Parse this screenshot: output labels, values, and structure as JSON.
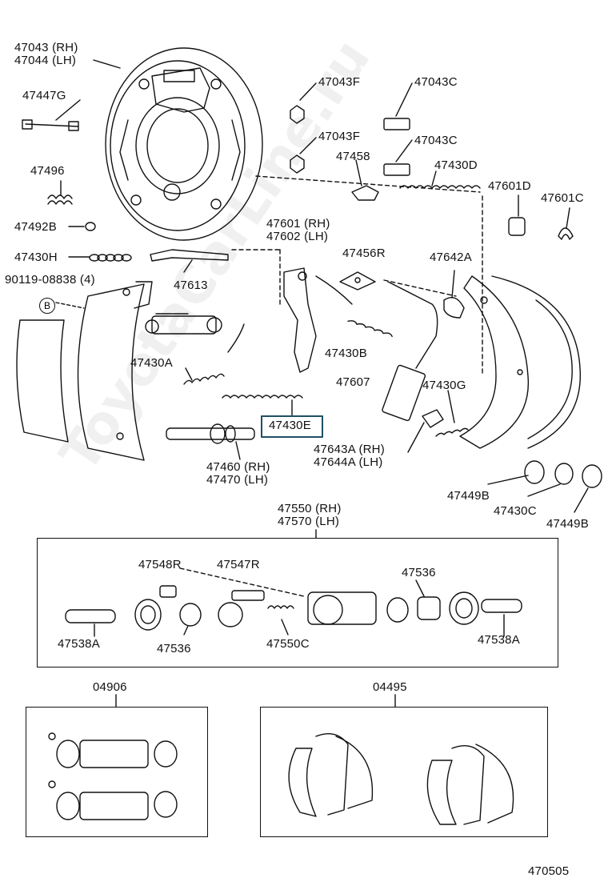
{
  "watermark": "ToyotaCarLine.ru",
  "highlight_color": "#1f4f64",
  "ref_number": "470505",
  "labels": {
    "backing_plate": "47043 (RH)\n47044 (LH)",
    "l47447G": "47447G",
    "l47496": "47496",
    "l47492B": "47492B",
    "l47430H": "47430H",
    "l90119": "90119-08838 (4)",
    "badge_B": "B",
    "l47043F_a": "47043F",
    "l47043C_a": "47043C",
    "l47043F_b": "47043F",
    "l47458": "47458",
    "l47043C_b": "47043C",
    "l47430D": "47430D",
    "l47601D": "47601D",
    "l47601C": "47601C",
    "l47601": "47601 (RH)\n47602 (LH)",
    "l47613": "47613",
    "l47456R": "47456R",
    "l47642A": "47642A",
    "l47430A": "47430A",
    "l47430B": "47430B",
    "l47607": "47607",
    "l47430G": "47430G",
    "l47430E": "47430E",
    "l47643A": "47643A (RH)\n47644A (LH)",
    "l47460": "47460 (RH)\n47470 (LH)",
    "l47449B_a": "47449B",
    "l47430C": "47430C",
    "l47449B_b": "47449B",
    "l47550": "47550 (RH)\n47570 (LH)",
    "l47548R": "47548R",
    "l47547R": "47547R",
    "l47536_a": "47536",
    "l47538A_a": "47538A",
    "l47536_b": "47536",
    "l47550C": "47550C",
    "l47538A_b": "47538A",
    "l04906": "04906",
    "l04495": "04495"
  }
}
